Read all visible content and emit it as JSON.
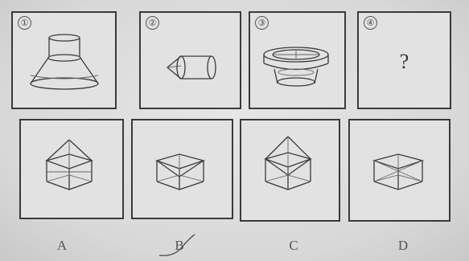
{
  "question_row": [
    {
      "number": "①"
    },
    {
      "number": "②"
    },
    {
      "number": "③"
    },
    {
      "number": "④",
      "placeholder": "?"
    }
  ],
  "options": [
    {
      "label": "A"
    },
    {
      "label": "B"
    },
    {
      "label": "C"
    },
    {
      "label": "D"
    }
  ]
}
